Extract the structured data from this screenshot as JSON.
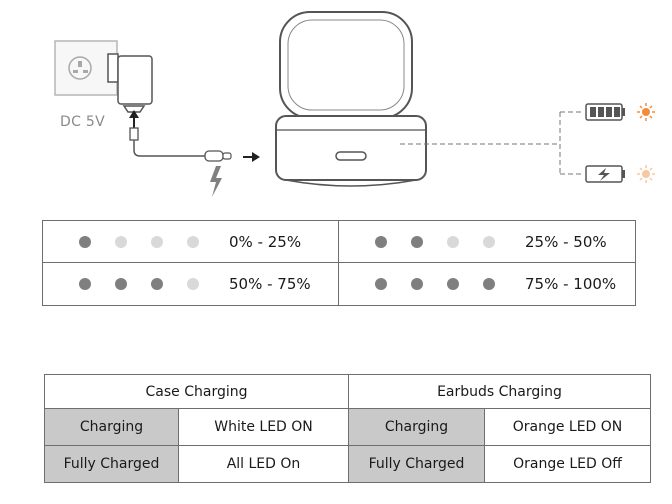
{
  "illustration": {
    "power_label": "DC 5V",
    "icons": [
      "uk-wall-socket-icon",
      "plug-adapter-icon",
      "usb-c-cable-icon",
      "lightning-icon",
      "charging-case-icon",
      "battery-full-icon",
      "battery-charging-icon",
      "orange-led-icon",
      "white-led-icon"
    ],
    "colors": {
      "line": "#555555",
      "led_orange": "#f08c3c",
      "led_light": "#f5c9a0"
    }
  },
  "led_levels": {
    "colors": {
      "on": "#7f7f7f",
      "off": "#d9d9d9"
    },
    "rows": [
      [
        {
          "leds_on": 1,
          "label": "0% - 25%"
        },
        {
          "leds_on": 2,
          "label": "25% - 50%"
        }
      ],
      [
        {
          "leds_on": 3,
          "label": "50% - 75%"
        },
        {
          "leds_on": 4,
          "label": "75% - 100%"
        }
      ]
    ]
  },
  "status_table": {
    "headers": {
      "case": "Case Charging",
      "earbuds": "Earbuds Charging"
    },
    "rows": [
      {
        "case_state": "Charging",
        "case_led": "White LED ON",
        "earbuds_state": "Charging",
        "earbuds_led": "Orange LED ON"
      },
      {
        "case_state": "Fully Charged",
        "case_led": "All LED On",
        "earbuds_state": "Fully Charged",
        "earbuds_led": "Orange LED Off"
      }
    ],
    "shade_color": "#c9c9c9"
  }
}
